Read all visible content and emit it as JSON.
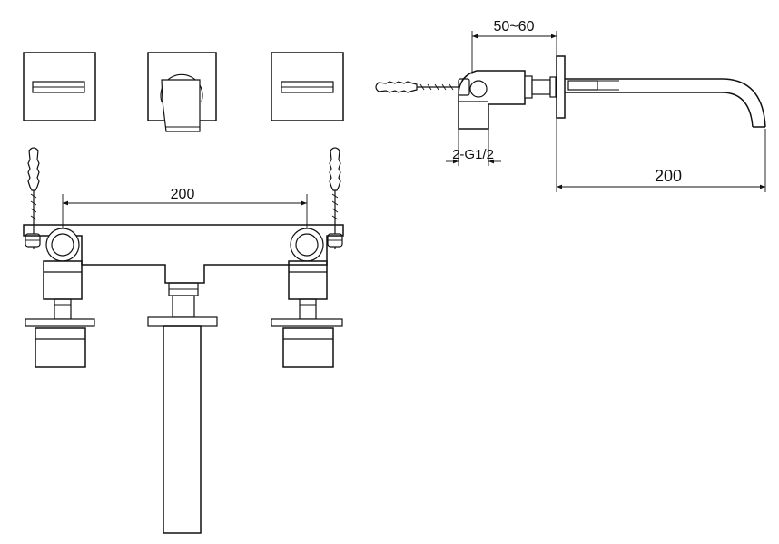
{
  "dimensions": {
    "front_spacing": "200",
    "wall_depth": "50~60",
    "inlet_thread": "2-G1/2",
    "spout_reach": "200"
  },
  "colors": {
    "line": "#111111",
    "background": "#ffffff"
  }
}
